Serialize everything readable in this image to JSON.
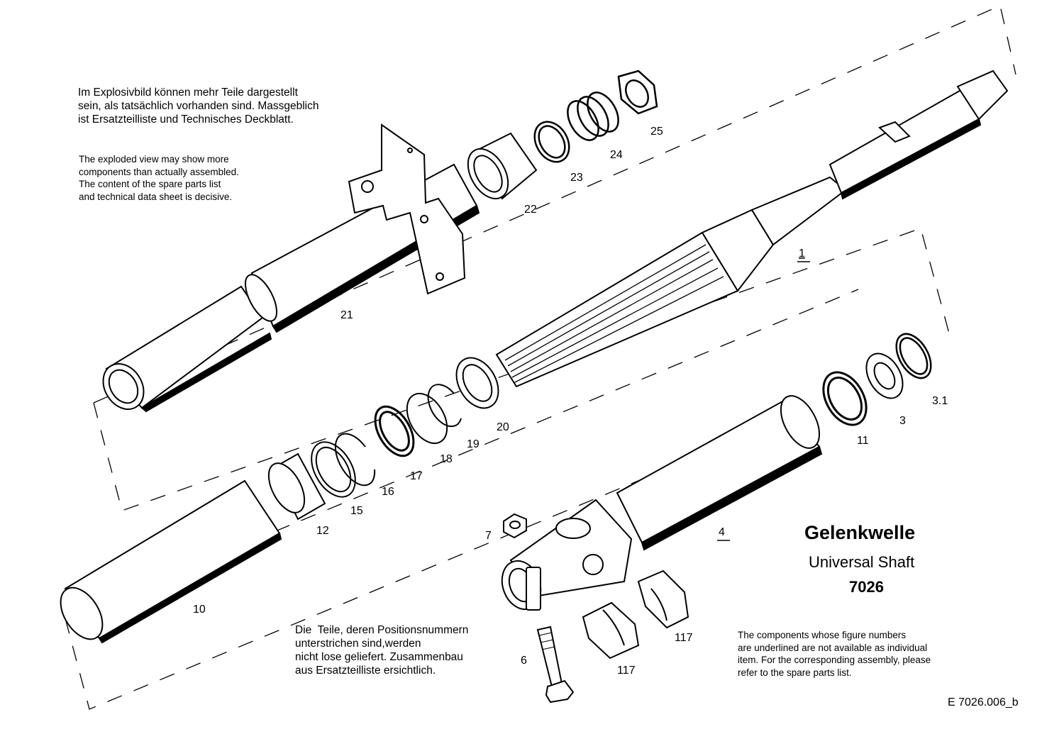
{
  "notes": {
    "de_exploded": "Im Explosivbild können mehr Teile dargestellt\nsein, als tatsächlich vorhanden sind. Massgeblich\nist Ersatzteilliste und Technisches Deckblatt.",
    "en_exploded": "The exploded view may show more\ncomponents than actually assembled.\nThe content of the spare parts list\nand technical data sheet is decisive.",
    "de_underlined": "Die  Teile, deren Positionsnummern\nunterstrichen sind,werden\nnicht lose geliefert. Zusammenbau\naus Ersatzteilliste ersichtlich.",
    "en_underlined": "The components whose figure numbers\nare underlined are not available as individual\nitem. For the corresponding assembly, please\nrefer to the spare parts list."
  },
  "title": {
    "german": "Gelenkwelle",
    "english": "Universal Shaft",
    "number": "7026"
  },
  "drawing_number": "E 7026.006_b",
  "parts": [
    {
      "id": "p1",
      "label": "1",
      "underlined": true
    },
    {
      "id": "p3",
      "label": "3"
    },
    {
      "id": "p3_1",
      "label": "3.1"
    },
    {
      "id": "p4",
      "label": "4",
      "underlined": true
    },
    {
      "id": "p6",
      "label": "6"
    },
    {
      "id": "p7",
      "label": "7"
    },
    {
      "id": "p10",
      "label": "10"
    },
    {
      "id": "p11",
      "label": "11"
    },
    {
      "id": "p12",
      "label": "12"
    },
    {
      "id": "p15",
      "label": "15"
    },
    {
      "id": "p16",
      "label": "16"
    },
    {
      "id": "p17",
      "label": "17"
    },
    {
      "id": "p18",
      "label": "18"
    },
    {
      "id": "p19",
      "label": "19"
    },
    {
      "id": "p20",
      "label": "20"
    },
    {
      "id": "p21",
      "label": "21"
    },
    {
      "id": "p22",
      "label": "22"
    },
    {
      "id": "p23",
      "label": "23"
    },
    {
      "id": "p24",
      "label": "24"
    },
    {
      "id": "p25",
      "label": "25"
    },
    {
      "id": "p117a",
      "label": "117"
    },
    {
      "id": "p117b",
      "label": "117"
    }
  ]
}
